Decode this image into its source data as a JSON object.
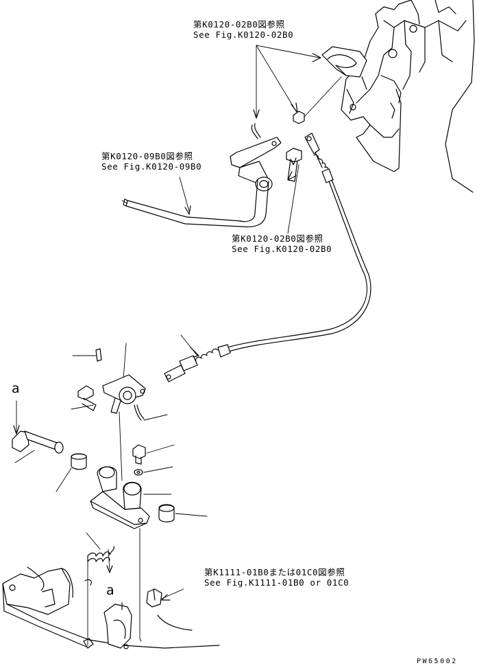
{
  "references": [
    {
      "id": "ref-k0120-02b0-top",
      "ja": "第K0120-02B0図参照",
      "en": "See Fig.K0120-02B0"
    },
    {
      "id": "ref-k0120-09b0",
      "ja": "第K0120-09B0図参照",
      "en": "See Fig.K0120-09B0"
    },
    {
      "id": "ref-k0120-02b0-mid",
      "ja": "第K0120-02B0図参照",
      "en": "See Fig.K0120-02B0"
    },
    {
      "id": "ref-k1111",
      "ja": "第K1111-01B0または01C0図参照",
      "en": "See Fig.K1111-01B0 or 01C0"
    }
  ],
  "callouts": {
    "upper_a": "a",
    "lower_a": "a"
  },
  "figure_code": "PW65002"
}
